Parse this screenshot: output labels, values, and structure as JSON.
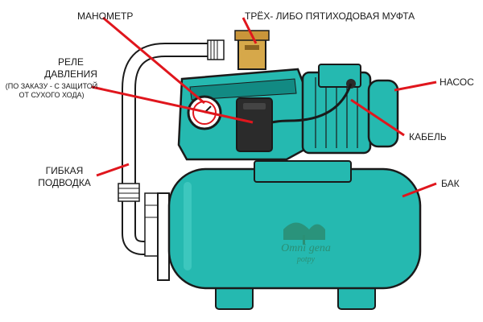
{
  "labels": {
    "manometer": "МАНОМЕТР",
    "coupling": "ТРЁХ- ЛИБО ПЯТИХОДОВАЯ МУФТА",
    "relay_line1": "РЕЛЕ",
    "relay_line2": "ДАВЛЕНИЯ",
    "relay_note1": "(ПО ЗАКАЗУ - С ЗАЩИТОЙ",
    "relay_note2": "ОТ СУХОГО ХОДА)",
    "pump": "НАСОС",
    "cable": "КАБЕЛЬ",
    "hose_line1": "ГИБКАЯ",
    "hose_line2": "ПОДВОДКА",
    "tank": "БАК"
  },
  "logo": {
    "line1": "Omni gena",
    "line2": "potpy"
  },
  "colors": {
    "teal": "#25b9b0",
    "teal_dark": "#128a83",
    "outline": "#1a1a1a",
    "leader": "#e0161d",
    "brass": "#d6a84a",
    "relay_box": "#2b2b2b",
    "hose": "#ffffff"
  }
}
